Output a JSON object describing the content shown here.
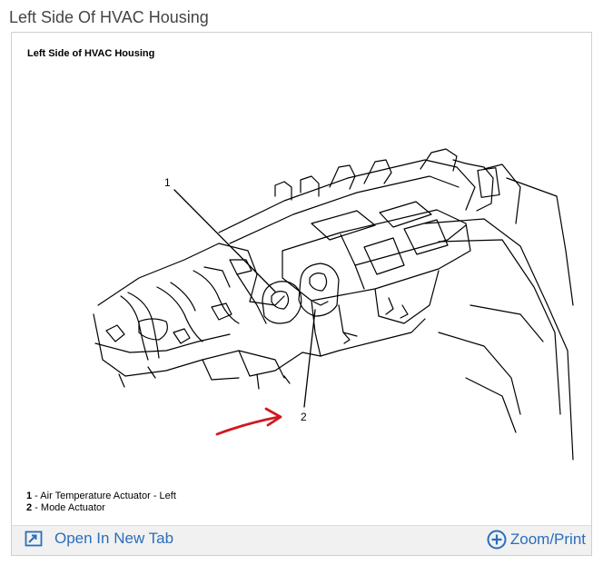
{
  "page": {
    "title": "Left Side Of HVAC Housing"
  },
  "figure": {
    "title": "Left Side of HVAC Housing",
    "callouts": [
      {
        "number": "1"
      },
      {
        "number": "2"
      }
    ],
    "legend": [
      {
        "number": "1",
        "separator": " - ",
        "text": "Air Temperature Actuator - Left"
      },
      {
        "number": "2",
        "separator": " - ",
        "text": "Mode Actuator"
      }
    ],
    "annotation_color": "#d0191f"
  },
  "toolbar": {
    "open_tab_label": "Open In New Tab",
    "open_tab_icon": "open-in-new-tab-icon",
    "zoom_label": "Zoom/Print",
    "zoom_icon": "plus-circle-icon"
  },
  "colors": {
    "link": "#2a6ebb",
    "toolbar_bg": "#f1f1f1",
    "border": "#cfcfcf",
    "title_text": "#444444"
  }
}
